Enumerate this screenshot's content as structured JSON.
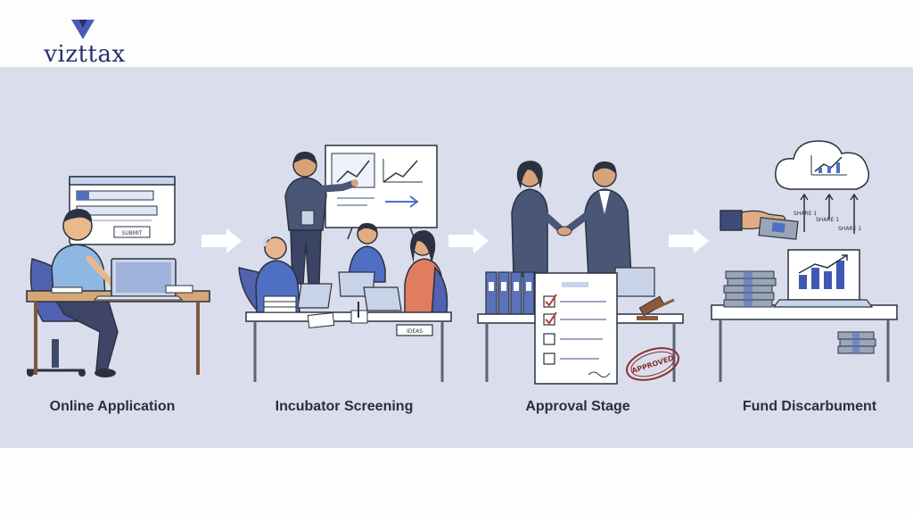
{
  "brand": {
    "name": "vizttax",
    "accent": "#25306b",
    "mark_color": "#4b5bb5"
  },
  "steps": [
    {
      "label": "Online Application",
      "form_button": "SUBMIT"
    },
    {
      "label": "Incubator Screening",
      "folder_label": "IDEAS"
    },
    {
      "label": "Approval Stage",
      "stamp": "APPROVED"
    },
    {
      "label": "Fund Discarbument",
      "share_tags": [
        "SHARE 1",
        "SHARE 1",
        "SHARE 1"
      ]
    }
  ],
  "colors": {
    "panel": "#dadeec",
    "ink": "#2b3140",
    "shirt_blue": "#8fb7e3",
    "suit": "#4a5675",
    "accent_orange": "#e07c5f",
    "chart_blue": "#3f58b4",
    "stamp_red": "#8a2f2f"
  }
}
